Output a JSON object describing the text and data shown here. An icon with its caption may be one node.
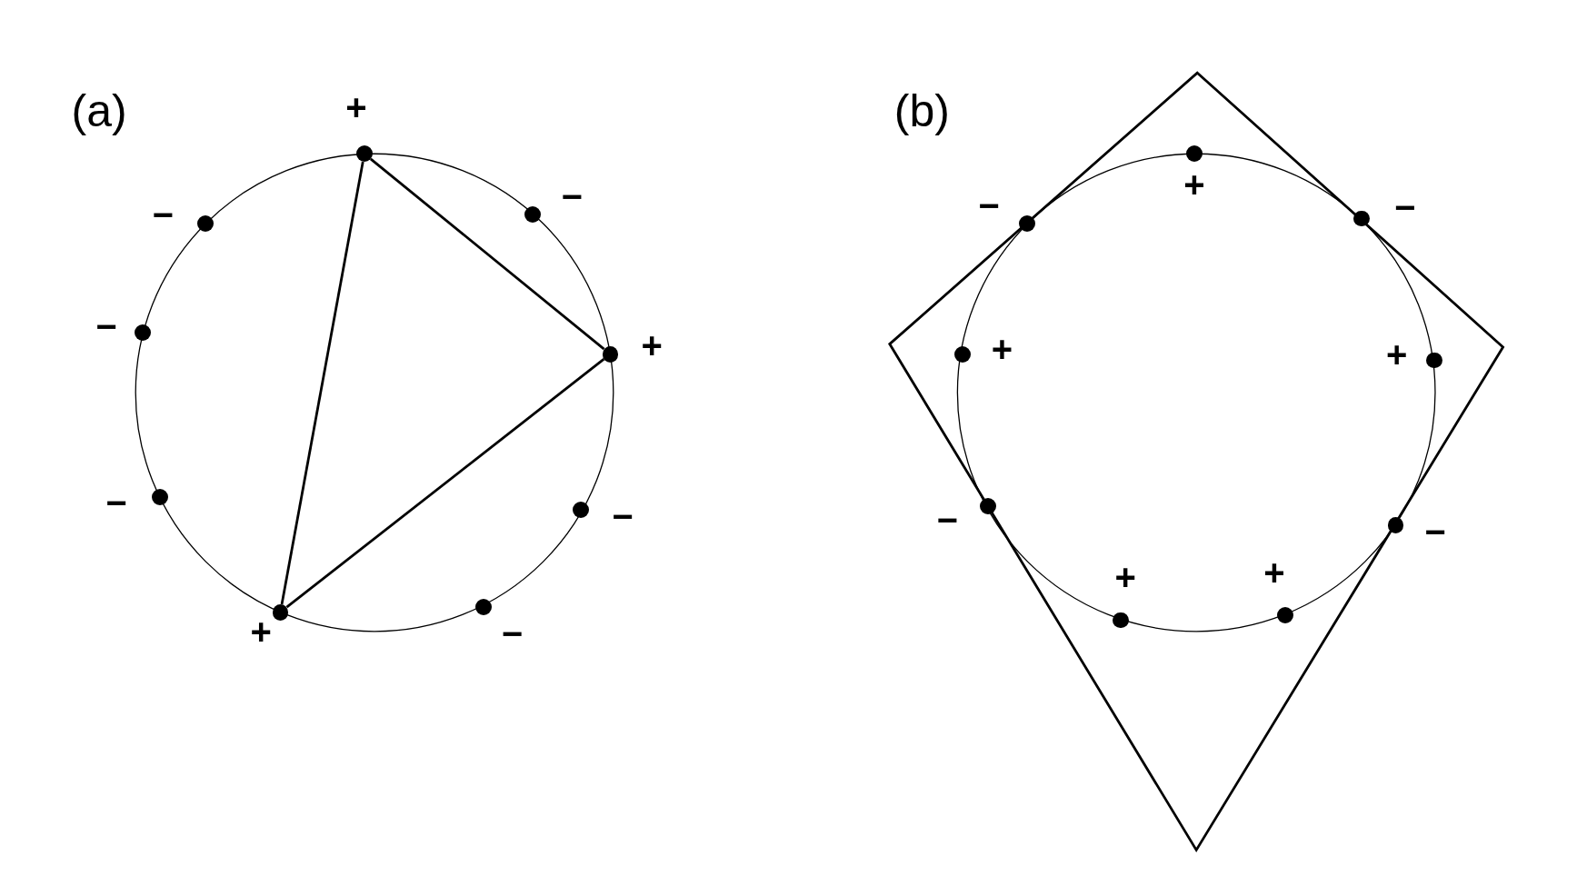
{
  "diagram": {
    "nodes": [
      {
        "text": [],
        "shape": "circle",
        "beside": [
          "+"
        ]
      },
      {
        "text": [],
        "shape": "circle",
        "beside": [
          "−"
        ]
      },
      {
        "text": [],
        "shape": "circle",
        "beside": [
          "+"
        ]
      },
      {
        "text": [],
        "shape": "circle",
        "beside": [
          "−"
        ]
      },
      {
        "text": [],
        "shape": "circle",
        "beside": [
          "−"
        ]
      },
      {
        "text": [],
        "shape": "circle",
        "beside": [
          "−"
        ]
      },
      {
        "text": [],
        "shape": "circle",
        "beside": [
          "+"
        ]
      },
      {
        "text": [],
        "shape": "circle",
        "beside": [
          "−"
        ]
      },
      {
        "text": [],
        "shape": "circle",
        "beside": [
          "−"
        ]
      },
      {
        "text": [],
        "shape": "circle",
        "beside": [
          "+"
        ]
      },
      {
        "text": [],
        "shape": "circle",
        "beside": [
          "−"
        ]
      },
      {
        "text": [],
        "shape": "circle",
        "beside": [
          "−"
        ]
      },
      {
        "text": [],
        "shape": "circle",
        "beside": [
          "+"
        ]
      },
      {
        "text": [],
        "shape": "circle",
        "beside": [
          "+"
        ]
      },
      {
        "text": [],
        "shape": "circle",
        "beside": [
          "−"
        ]
      },
      {
        "text": [],
        "shape": "circle",
        "beside": [
          "−"
        ]
      },
      {
        "text": [],
        "shape": "circle",
        "beside": [
          "+"
        ]
      },
      {
        "text": [],
        "shape": "circle",
        "beside": [
          "+"
        ]
      }
    ],
    "edges": [
      {
        "from": 0,
        "to": 2,
        "arrow": "none"
      },
      {
        "from": 2,
        "to": 6,
        "arrow": "none"
      },
      {
        "from": 6,
        "to": 0,
        "arrow": "none"
      }
    ],
    "labels": [
      "(a)",
      "(b)"
    ]
  }
}
